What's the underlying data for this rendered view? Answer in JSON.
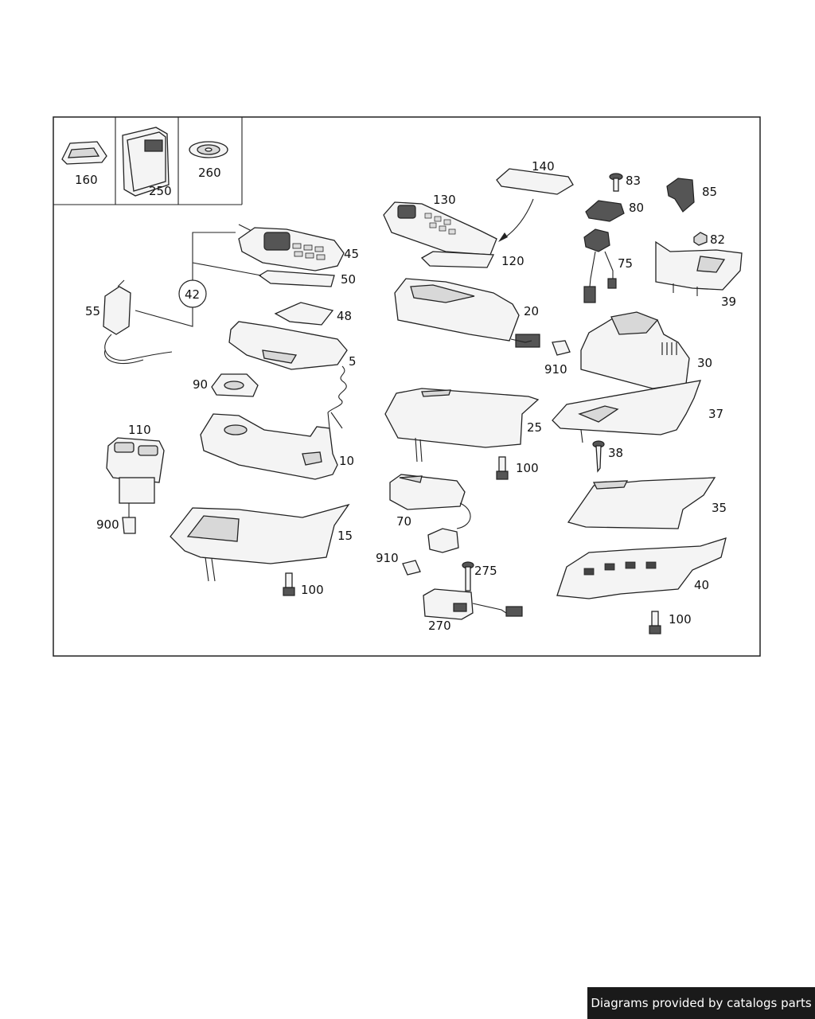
{
  "labels": {
    "p160": "160",
    "p250": "250",
    "p260": "260",
    "p140": "140",
    "p130": "130",
    "p120": "120",
    "p83": "83",
    "p80": "80",
    "p85": "85",
    "p82": "82",
    "p75": "75",
    "p39": "39",
    "p45": "45",
    "p50": "50",
    "p42": "42",
    "p55": "55",
    "p48": "48",
    "p5": "5",
    "p90": "90",
    "p110": "110",
    "p10": "10",
    "p900": "900",
    "p15": "15",
    "p100a": "100",
    "p20": "20",
    "p910a": "910",
    "p30": "30",
    "p25": "25",
    "p37": "37",
    "p38": "38",
    "p100b": "100",
    "p70": "70",
    "p35": "35",
    "p910b": "910",
    "p275": "275",
    "p40": "40",
    "p270": "270",
    "p100c": "100"
  },
  "footer": {
    "text": "Diagrams provided by catalogs parts"
  }
}
